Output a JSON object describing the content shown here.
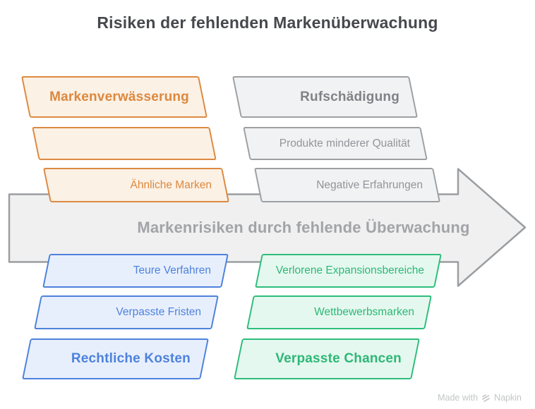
{
  "title": "Risiken der fehlenden Markenüberwachung",
  "arrow": {
    "label": "Markenrisiken durch fehlende Überwachung",
    "fill": "#F0F0F1",
    "stroke": "#9B9EA1",
    "text_color": "#A3A4A7"
  },
  "groups": {
    "dilution": {
      "tone": "orange",
      "accent": "#DD8940",
      "fill": "#FBF1E5",
      "items": [
        {
          "label": "Markenverwässerung",
          "emphasis": true
        },
        {
          "label": "",
          "emphasis": false
        },
        {
          "label": "Ähnliche Marken",
          "emphasis": false
        }
      ]
    },
    "reputation": {
      "tone": "gray",
      "accent": "#9DA0A3",
      "fill": "#F1F2F3",
      "items": [
        {
          "label": "Rufschädigung",
          "emphasis": true
        },
        {
          "label": "Produkte minderer Qualität",
          "emphasis": false
        },
        {
          "label": "Negative Erfahrungen",
          "emphasis": false
        }
      ]
    },
    "legal": {
      "tone": "blue",
      "accent": "#4D82DC",
      "fill": "#E8EFFC",
      "items": [
        {
          "label": "Teure Verfahren",
          "emphasis": false
        },
        {
          "label": "Verpasste Fristen",
          "emphasis": false
        },
        {
          "label": "Rechtliche Kosten",
          "emphasis": true
        }
      ]
    },
    "chances": {
      "tone": "green",
      "accent": "#2EBD7C",
      "fill": "#E5F8EF",
      "items": [
        {
          "label": "Verlorene Expansionsbereiche",
          "emphasis": false
        },
        {
          "label": "Wettbewerbsmarken",
          "emphasis": false
        },
        {
          "label": "Verpasste Chancen",
          "emphasis": true
        }
      ]
    }
  },
  "footer": {
    "made_with": "Made with",
    "brand": "Napkin",
    "color": "#C3C5C7"
  },
  "title_color": "#46484C"
}
